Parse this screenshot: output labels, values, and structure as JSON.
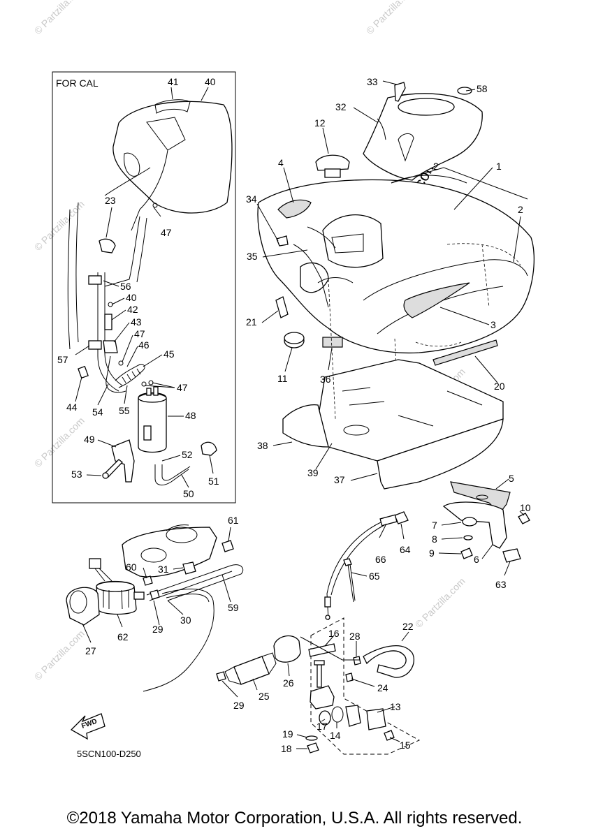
{
  "inset": {
    "title": "FOR CAL"
  },
  "diagram_code": "5SCN100-D250",
  "fwd_label": "FWD",
  "copyright": "©2018 Yamaha Motor Corporation, U.S.A. All rights reserved.",
  "watermark": {
    "text": "© Partzilla.com",
    "small": "© Partzilla.com"
  },
  "callouts": {
    "c1": "1",
    "c2a": "2",
    "c2b": "2",
    "c3": "3",
    "c4": "4",
    "c5": "5",
    "c6": "6",
    "c7": "7",
    "c8": "8",
    "c9": "9",
    "c10": "10",
    "c11": "11",
    "c12": "12",
    "c13": "13",
    "c14": "14",
    "c15": "15",
    "c16": "16",
    "c17": "17",
    "c18": "18",
    "c19": "19",
    "c20": "20",
    "c21": "21",
    "c22": "22",
    "c23": "23",
    "c24": "24",
    "c25": "25",
    "c26": "26",
    "c27": "27",
    "c28": "28",
    "c29a": "29",
    "c29b": "29",
    "c30": "30",
    "c31": "31",
    "c32": "32",
    "c33": "33",
    "c34": "34",
    "c35": "35",
    "c36": "36",
    "c37": "37",
    "c38": "38",
    "c39": "39",
    "c40a": "40",
    "c40b": "40",
    "c41": "41",
    "c42": "42",
    "c43": "43",
    "c44": "44",
    "c45": "45",
    "c46": "46",
    "c47a": "47",
    "c47b": "47",
    "c47c": "47",
    "c48": "48",
    "c49": "49",
    "c50": "50",
    "c51": "51",
    "c52": "52",
    "c53": "53",
    "c54": "54",
    "c55": "55",
    "c56": "56",
    "c57": "57",
    "c58": "58",
    "c59": "59",
    "c60": "60",
    "c61": "61",
    "c62": "62",
    "c63": "63",
    "c64": "64",
    "c65": "65",
    "c66": "66"
  }
}
